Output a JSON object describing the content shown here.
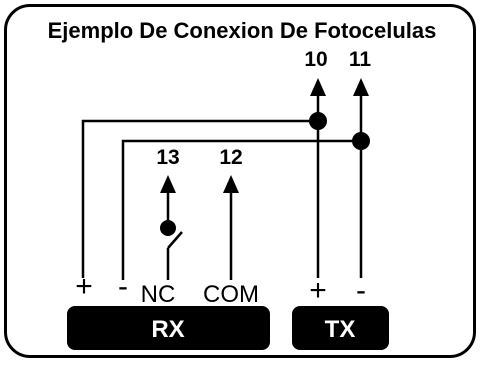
{
  "title": "Ejemplo De Conexion De Fotocelulas",
  "terminal_numbers": {
    "t10": "10",
    "t11": "11",
    "t13": "13",
    "t12": "12"
  },
  "rx": {
    "label": "RX",
    "plus": "+",
    "minus": "-",
    "nc": "NC",
    "com": "COM"
  },
  "tx": {
    "label": "TX",
    "plus": "+",
    "minus": "-"
  },
  "colors": {
    "line": "#000000",
    "box_fill": "#000000",
    "box_text": "#ffffff",
    "background": "#ffffff"
  }
}
